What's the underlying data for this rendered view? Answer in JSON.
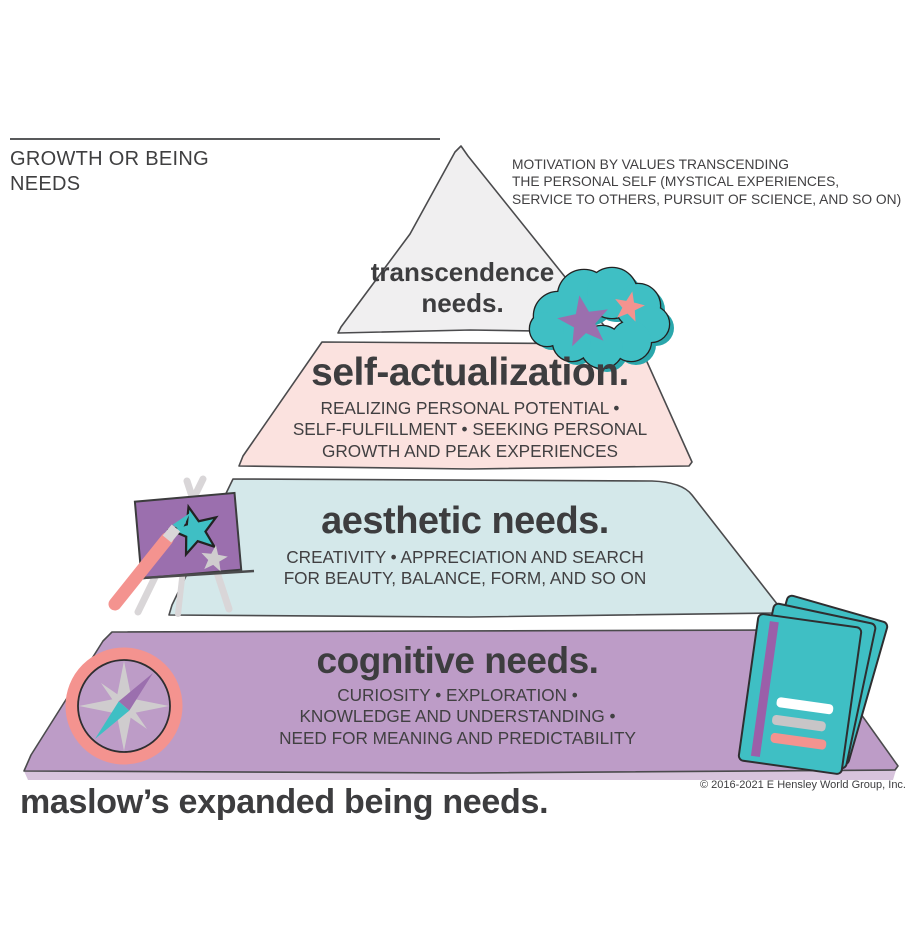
{
  "header": {
    "category_label": "GROWTH OR BEING NEEDS",
    "annotation": "MOTIVATION BY VALUES TRANSCENDING\nTHE PERSONAL SELF (MYSTICAL EXPERIENCES,\nSERVICE TO OTHERS, PURSUIT OF SCIENCE, AND SO ON)"
  },
  "pyramid": {
    "levels": [
      {
        "id": "transcendence-needs",
        "title": "transcendence\nneeds.",
        "subtitle": "",
        "color": "#f0eff0"
      },
      {
        "id": "self-actualization",
        "title": "self-actualization.",
        "subtitle": "REALIZING PERSONAL POTENTIAL •\nSELF-FULFILLMENT • SEEKING PERSONAL\nGROWTH AND PEAK EXPERIENCES",
        "color": "#fbe2df"
      },
      {
        "id": "aesthetic-needs",
        "title": "aesthetic needs.",
        "subtitle": "CREATIVITY • APPRECIATION AND SEARCH\nFOR BEAUTY, BALANCE, FORM, AND SO ON",
        "color": "#d4e8ea"
      },
      {
        "id": "cognitive-needs",
        "title": "cognitive needs.",
        "subtitle": "CURIOSITY • EXPLORATION •\nKNOWLEDGE AND UNDERSTANDING •\nNEED FOR MEANING AND PREDICTABILITY",
        "color": "#bd9cc7"
      }
    ]
  },
  "footer": {
    "title": "maslow’s expanded being needs.",
    "copyright": "© 2016-2021 E Hensley World Group, Inc."
  },
  "icons": {
    "cloud": "cloud-with-stars",
    "easel": "easel-canvas-and-paintbrush",
    "compass": "compass",
    "books": "stack-of-books"
  },
  "colors": {
    "teal": "#3fbfc4",
    "teal_shadow": "#2aa7ac",
    "purple_accent": "#9b6fae",
    "salmon": "#f4938f",
    "grey_star": "#cfccce",
    "outline": "#4b4b4d",
    "text": "#414042"
  }
}
